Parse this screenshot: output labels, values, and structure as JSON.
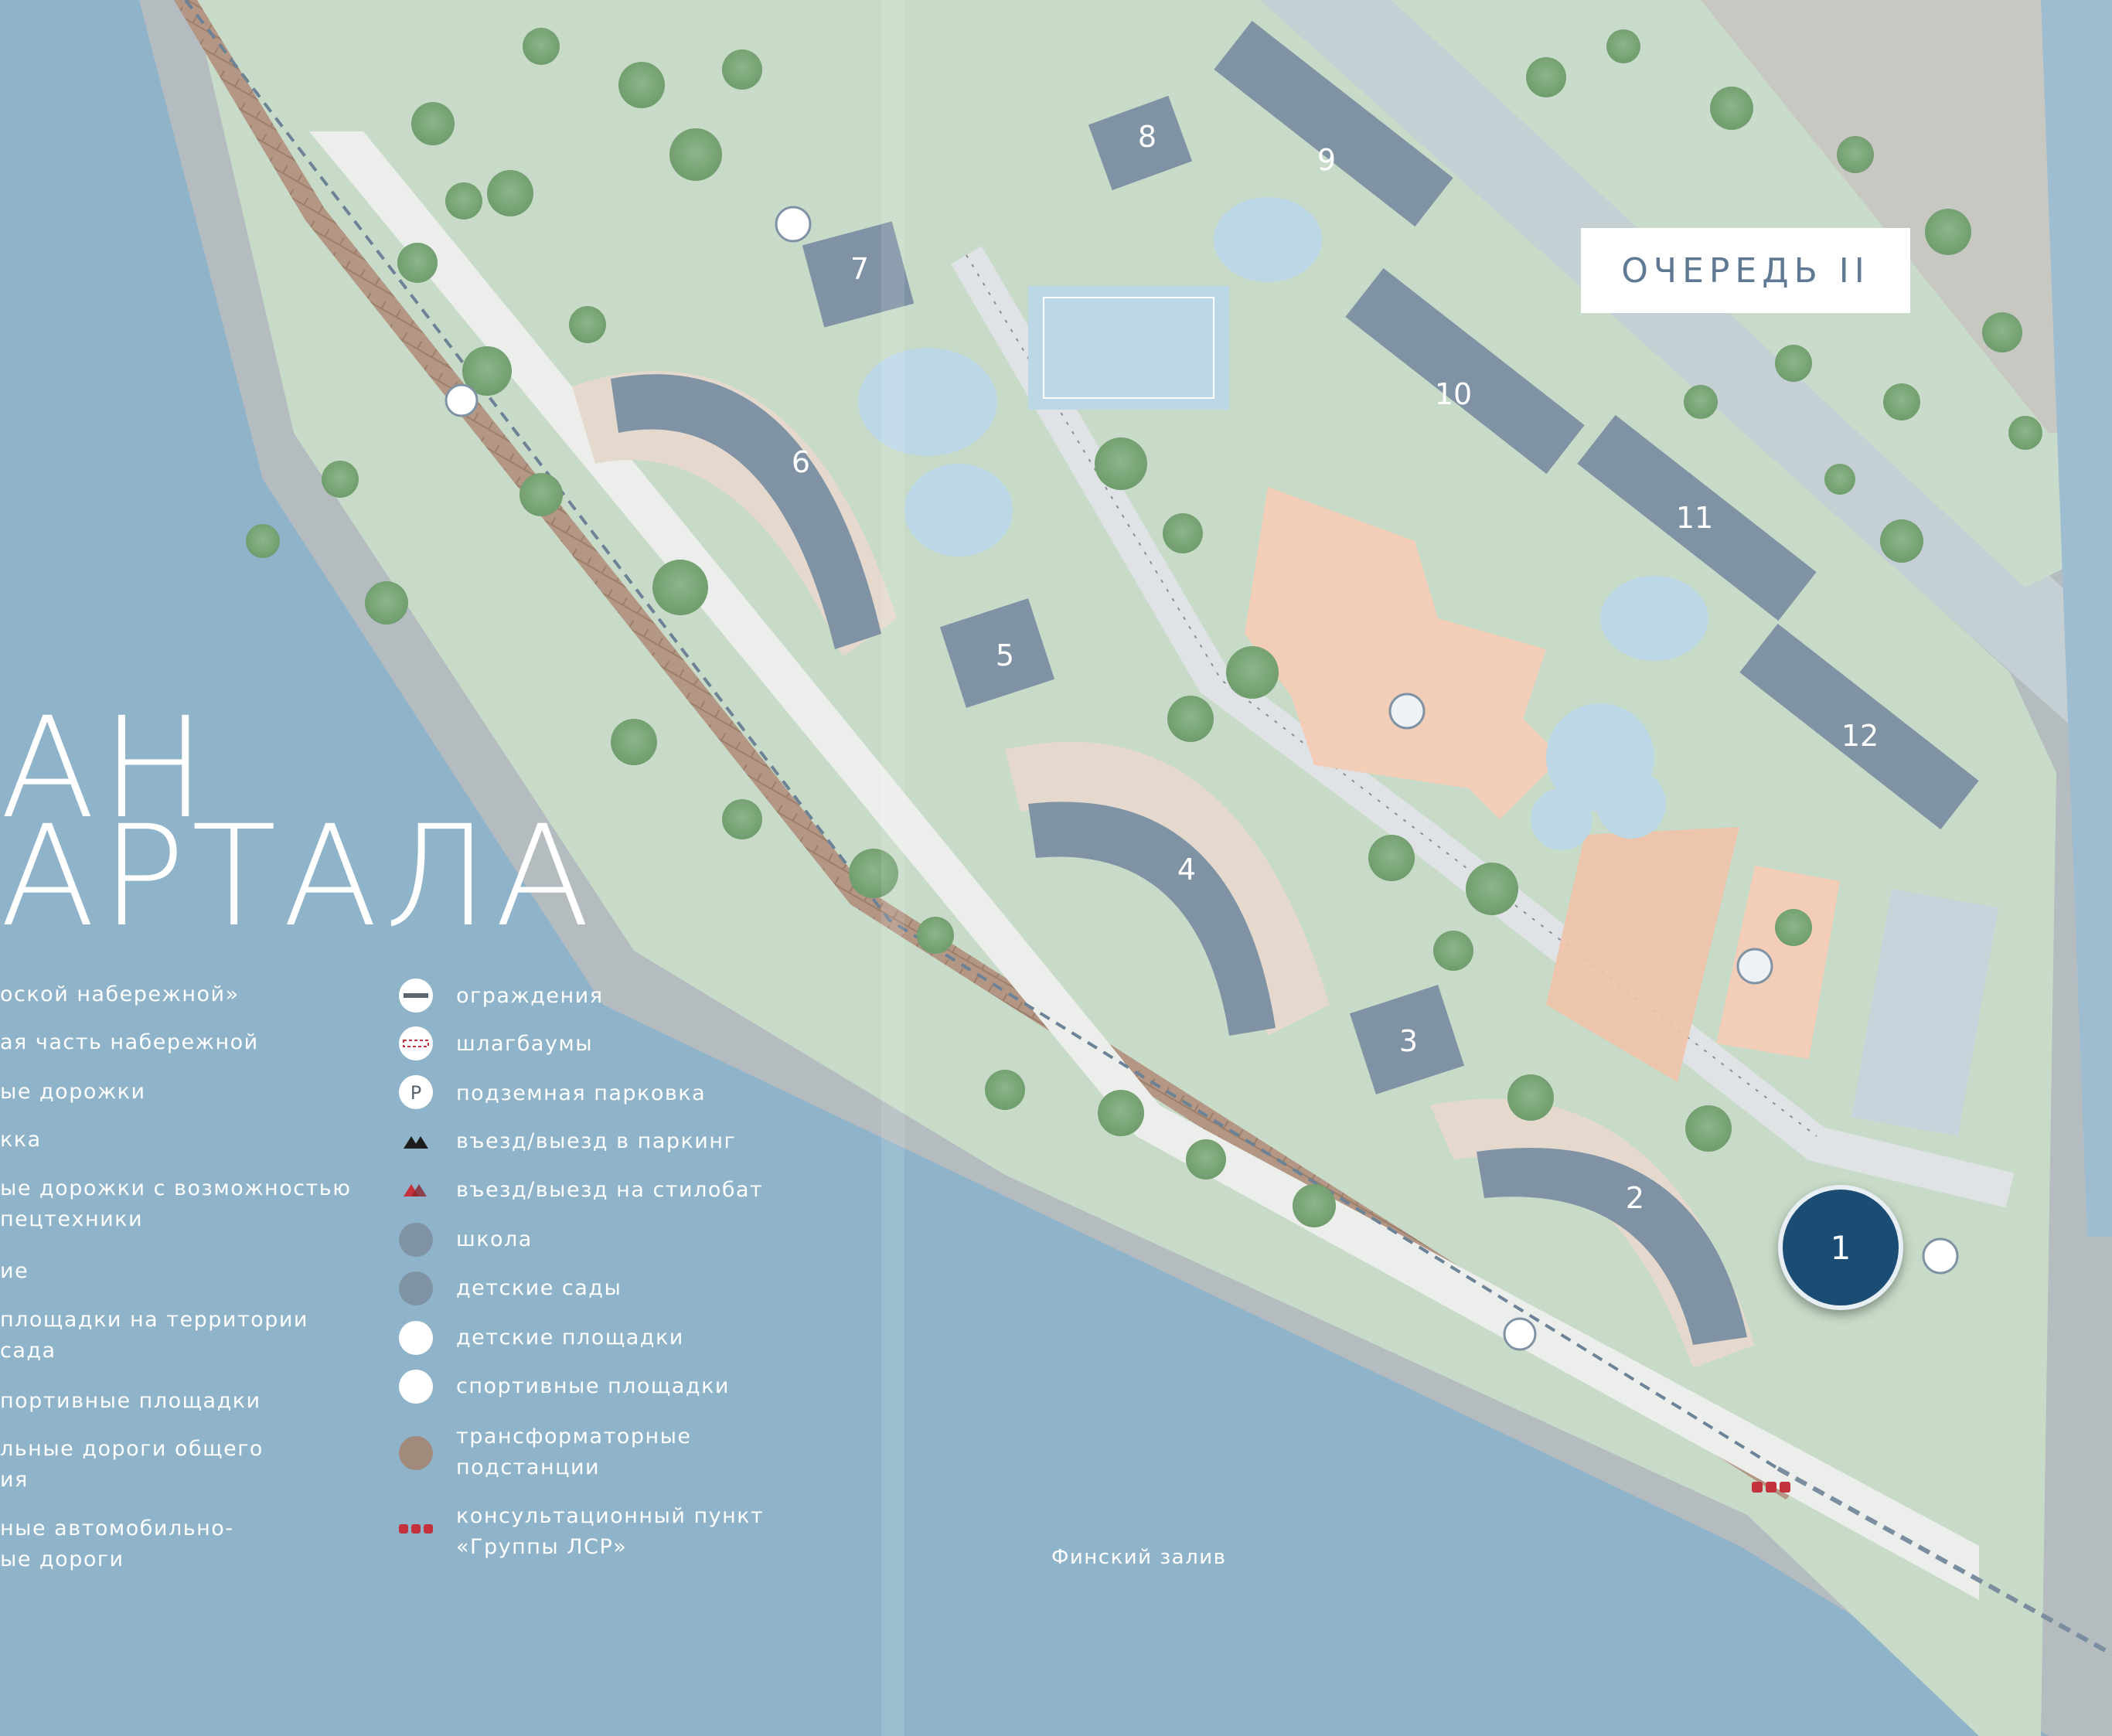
{
  "title": {
    "line1": "АН",
    "line2": "АРТАЛА"
  },
  "stage_label": "ОЧЕРЕДЬ II",
  "sea_label": "Финский залив",
  "buildings": [
    "1",
    "2",
    "3",
    "4",
    "5",
    "6",
    "7",
    "8",
    "9",
    "10",
    "11",
    "12"
  ],
  "legend_left": [
    "оской набережной»",
    "ая часть набережной",
    "ые дорожки",
    "кка",
    "ые дорожки с возможностью\nпецтехники",
    "ие",
    "площадки на территории\nсада",
    "портивные площадки",
    "льные дороги общего\nия",
    "ные автомобильно-\nые дороги"
  ],
  "legend_right": [
    {
      "icon": "fence-icon",
      "label": "ограждения"
    },
    {
      "icon": "barrier-icon",
      "label": "шлагбаумы"
    },
    {
      "icon": "parking-icon",
      "label": "подземная парковка"
    },
    {
      "icon": "parking-entry-icon",
      "label": "въезд/выезд в паркинг"
    },
    {
      "icon": "stylobate-entry-icon",
      "label": "въезд/выезд на стилобат"
    },
    {
      "icon": "school-icon",
      "label": "школа"
    },
    {
      "icon": "kindergarten-icon",
      "label": "детские сады"
    },
    {
      "icon": "playground-icon",
      "label": "детские площадки"
    },
    {
      "icon": "sports-icon",
      "label": "спортивные площадки"
    },
    {
      "icon": "substation-icon",
      "label": "трансформаторные\nподстанции"
    },
    {
      "icon": "consultation-point-icon",
      "label": "консультационный пункт\n«Группы ЛСР»"
    }
  ],
  "colors": {
    "water": "#8fb3c9",
    "land": "#c5d8c6",
    "green": "#b9d2b6",
    "building": "#7f93a5",
    "school": "#f1c9b2",
    "pin": "#1b4c73",
    "promenade": "#a98b76",
    "road": "#e8ebe8",
    "consult_red": "#c4323e"
  }
}
